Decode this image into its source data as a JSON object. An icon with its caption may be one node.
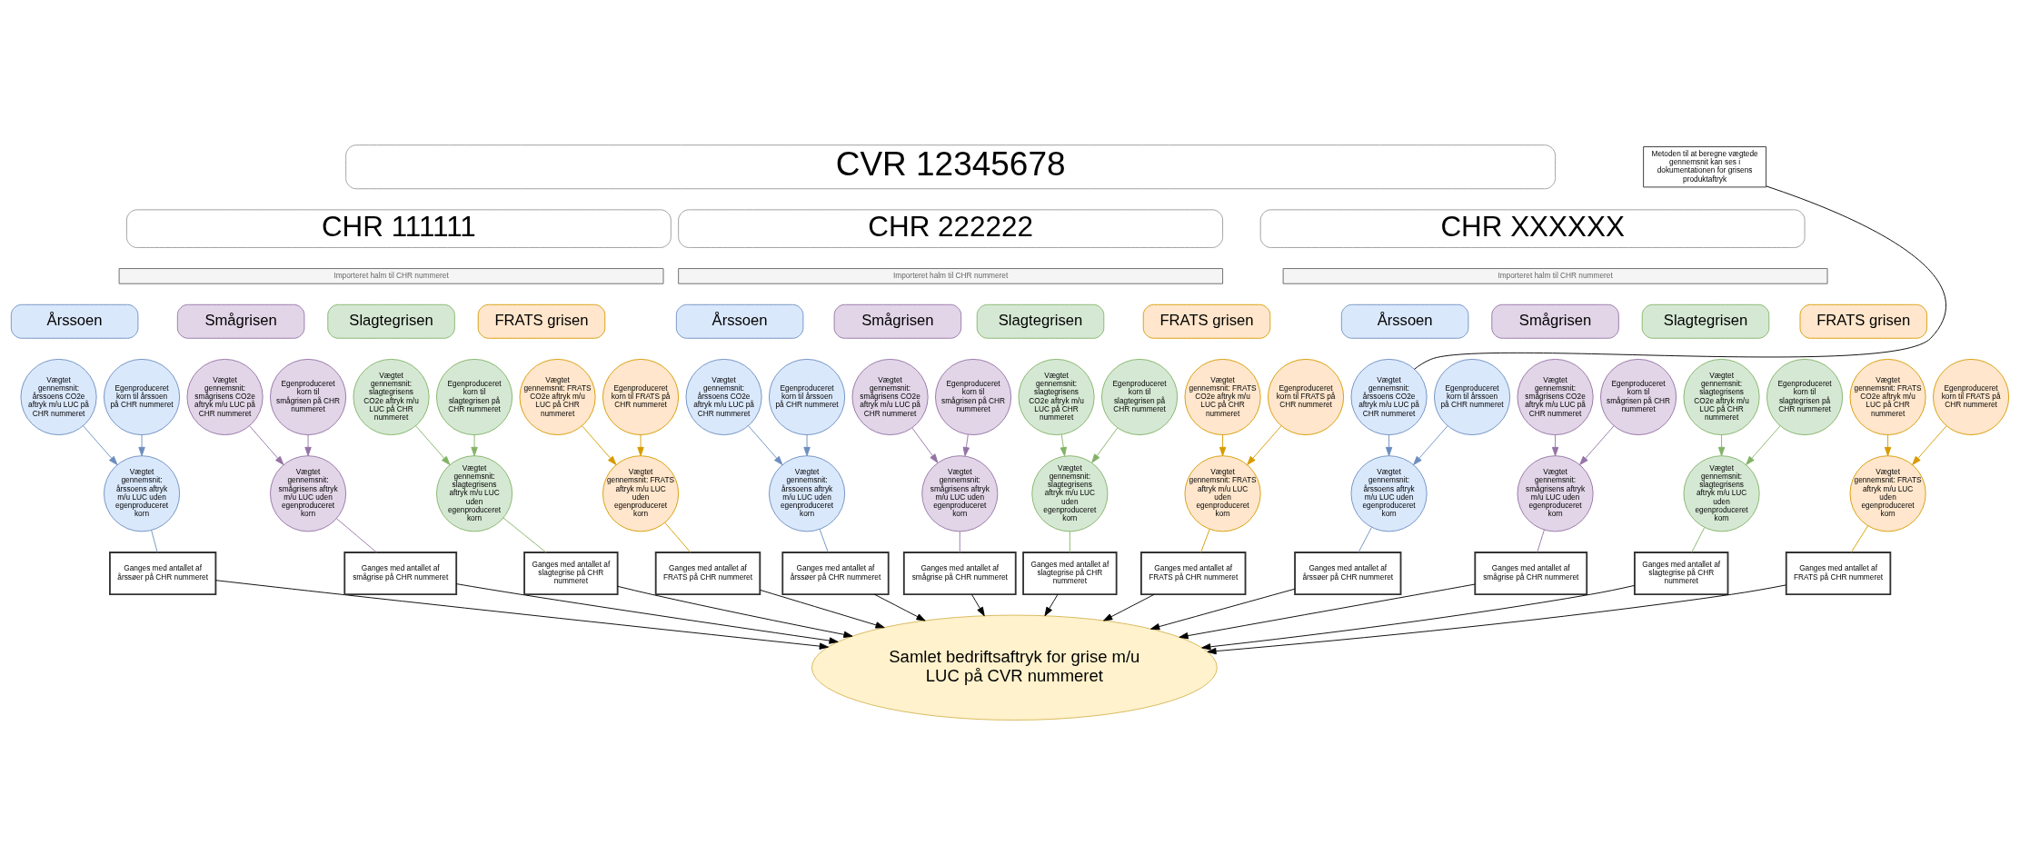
{
  "diagram": {
    "nodes": [
      {
        "text": [
          "CVR 12345678"
        ]
      },
      {
        "text": [
          "CHR 111111"
        ]
      },
      {
        "text": [
          "Importeret halm til CHR nummeret"
        ]
      },
      {
        "text": [
          "Årssoen"
        ]
      },
      {
        "text": [
          "Vægtet gennemsnit: årssoens CO2e aftryk m/u LUC på CHR nummeret"
        ]
      },
      {
        "text": [
          "Egenproduceret korn til årssoen på CHR nummeret"
        ]
      },
      {
        "text": [
          "Vægtet gennemsnit: årssoens aftryk m/u LUC uden egenproduceret korn"
        ]
      },
      {
        "text": [
          "Ganges med antallet af årssøer på CHR nummeret"
        ]
      },
      {
        "text": [
          "Smågrisen"
        ]
      },
      {
        "text": [
          "Vægtet gennemsnit: smågrisens CO2e aftryk m/u LUC på CHR nummeret"
        ]
      },
      {
        "text": [
          "Egenproduceret korn til smågrisen på CHR nummeret"
        ]
      },
      {
        "text": [
          "Vægtet gennemsnit: smågrisens aftryk m/u LUC uden egenproduceret korn"
        ]
      },
      {
        "text": [
          "Ganges med antallet af smågrise på CHR nummeret"
        ]
      },
      {
        "text": [
          "Slagtegrisen"
        ]
      },
      {
        "text": [
          "Vægtet gennemsnit: slagtegrisens CO2e aftryk m/u LUC på CHR nummeret"
        ]
      },
      {
        "text": [
          "Egenproduceret korn til slagtegrisen på CHR nummeret"
        ]
      },
      {
        "text": [
          "Vægtet gennemsnit: slagtegrisens aftryk m/u LUC uden egenproduceret korn"
        ]
      },
      {
        "text": [
          "Ganges med antallet af slagtegrise på CHR nummeret"
        ]
      },
      {
        "text": [
          "FRATS grisen"
        ]
      },
      {
        "text": [
          "Vægtet gennemsnit: FRATS CO2e aftryk m/u LUC på CHR nummeret"
        ]
      },
      {
        "text": [
          "Egenproduceret korn til FRATS på CHR nummeret"
        ]
      },
      {
        "text": [
          "Vægtet gennemsnit: FRATS aftryk m/u LUC uden egenproduceret korn"
        ]
      },
      {
        "text": [
          "Ganges med antallet af FRATS på CHR nummeret"
        ]
      },
      {
        "text": [
          "CHR 222222"
        ]
      },
      {
        "text": [
          "Importeret halm til CHR nummeret"
        ]
      },
      {
        "text": [
          "Årssoen"
        ]
      },
      {
        "text": [
          "Vægtet gennemsnit: årssoens CO2e aftryk m/u LUC på CHR nummeret"
        ]
      },
      {
        "text": [
          "Egenproduceret korn til årssoen på CHR nummeret"
        ]
      },
      {
        "text": [
          "Vægtet gennemsnit: årssoens aftryk m/u LUC uden egenproduceret korn"
        ]
      },
      {
        "text": [
          "Ganges med antallet af årssøer på CHR nummeret"
        ]
      },
      {
        "text": [
          "Smågrisen"
        ]
      },
      {
        "text": [
          "Vægtet gennemsnit: smågrisens CO2e aftryk m/u LUC på CHR nummeret"
        ]
      },
      {
        "text": [
          "Egenproduceret korn til smågrisen på CHR nummeret"
        ]
      },
      {
        "text": [
          "Vægtet gennemsnit: smågrisens aftryk m/u LUC uden egenproduceret korn"
        ]
      },
      {
        "text": [
          "Ganges med antallet af smågrise på CHR nummeret"
        ]
      },
      {
        "text": [
          "Slagtegrisen"
        ]
      },
      {
        "text": [
          "Vægtet gennemsnit: slagtegrisens CO2e aftryk m/u LUC på CHR nummeret"
        ]
      },
      {
        "text": [
          "Egenproduceret korn til slagtegrisen på CHR nummeret"
        ]
      },
      {
        "text": [
          "Vægtet gennemsnit: slagtegrisens aftryk m/u LUC uden egenproduceret korn"
        ]
      },
      {
        "text": [
          "Ganges med antallet af slagtegrise på CHR nummeret"
        ]
      },
      {
        "text": [
          "FRATS grisen"
        ]
      },
      {
        "text": [
          "Vægtet gennemsnit: FRATS CO2e aftryk m/u LUC på CHR nummeret"
        ]
      },
      {
        "text": [
          "Egenproduceret korn til FRATS på CHR nummeret"
        ]
      },
      {
        "text": [
          "Vægtet gennemsnit: FRATS aftryk m/u LUC uden egenproduceret korn"
        ]
      },
      {
        "text": [
          "Ganges med antallet af FRATS på CHR nummeret"
        ]
      },
      {
        "text": [
          "CHR XXXXXX"
        ]
      },
      {
        "text": [
          "Importeret halm til CHR nummeret"
        ]
      },
      {
        "text": [
          "Metoden til at beregne vægtede gennemsnit kan ses i dokumentationen for grisens produktaftryk"
        ]
      },
      {
        "text": [
          "Årssoen"
        ]
      },
      {
        "text": [
          "Vægtet gennemsnit: årssoens CO2e aftryk m/u LUC på CHR nummeret"
        ]
      },
      {
        "text": [
          "Egenproduceret korn til årssoen på CHR nummeret"
        ]
      },
      {
        "text": [
          "Vægtet gennemsnit: årssoens aftryk m/u LUC uden egenproduceret korn"
        ]
      },
      {
        "text": [
          "Ganges med antallet af årssøer på CHR nummeret"
        ]
      },
      {
        "text": [
          "Smågrisen"
        ]
      },
      {
        "text": [
          "Vægtet gennemsnit: smågrisens CO2e aftryk m/u LUC på CHR nummeret"
        ]
      },
      {
        "text": [
          "Egenproduceret korn til smågrisen på CHR nummeret"
        ]
      },
      {
        "text": [
          "Vægtet gennemsnit: smågrisens aftryk m/u LUC uden egenproduceret korn"
        ]
      },
      {
        "text": [
          "Ganges med antallet af smågrise på CHR nummeret"
        ]
      },
      {
        "text": [
          "Slagtegrisen"
        ]
      },
      {
        "text": [
          "Vægtet gennemsnit: slagtegrisens CO2e aftryk m/u LUC på CHR nummeret"
        ]
      },
      {
        "text": [
          "Egenproduceret korn til slagtegrisen på CHR nummeret"
        ]
      },
      {
        "text": [
          "Vægtet gennemsnit: slagtegrisens aftryk m/u LUC uden egenproduceret korn"
        ]
      },
      {
        "text": [
          "Ganges med antallet af slagtegrise på CHR nummeret"
        ]
      },
      {
        "text": [
          "FRATS grisen"
        ]
      },
      {
        "text": [
          "Vægtet gennemsnit: FRATS CO2e aftryk m/u LUC på CHR nummeret"
        ]
      },
      {
        "text": [
          "Egenproduceret korn til FRATS på CHR nummeret"
        ]
      },
      {
        "text": [
          "Vægtet gennemsnit: FRATS aftryk m/u LUC uden egenproduceret korn"
        ]
      },
      {
        "text": [
          "Ganges med antallet af FRATS på CHR nummeret"
        ]
      },
      {
        "text": [
          "Samlet bedriftsaftryk for grise m/u LUC på CVR nummeret"
        ]
      }
    ],
    "edges": [
      {
        "from": 4,
        "to": 6,
        "arrow": "to",
        "color": "#6c8ebf"
      },
      {
        "from": 5,
        "to": 6,
        "arrow": "to",
        "color": "#6c8ebf"
      },
      {
        "from": 6,
        "to": 7,
        "arrow": "none",
        "color": "#6c8ebf"
      },
      {
        "from": 7,
        "to": 68,
        "arrow": "to"
      },
      {
        "from": 9,
        "to": 11,
        "arrow": "to",
        "color": "#9673a6"
      },
      {
        "from": 10,
        "to": 11,
        "arrow": "to",
        "color": "#9673a6"
      },
      {
        "from": 11,
        "to": 12,
        "arrow": "none",
        "color": "#9673a6"
      },
      {
        "from": 12,
        "to": 68,
        "arrow": "to"
      },
      {
        "from": 14,
        "to": 16,
        "arrow": "to",
        "color": "#82b366"
      },
      {
        "from": 15,
        "to": 16,
        "arrow": "to",
        "color": "#82b366"
      },
      {
        "from": 16,
        "to": 17,
        "arrow": "none",
        "color": "#82b366"
      },
      {
        "from": 17,
        "to": 68,
        "arrow": "to"
      },
      {
        "from": 19,
        "to": 21,
        "arrow": "to",
        "color": "#d79b00"
      },
      {
        "from": 20,
        "to": 21,
        "arrow": "to",
        "color": "#d79b00"
      },
      {
        "from": 21,
        "to": 22,
        "arrow": "none",
        "color": "#d79b00"
      },
      {
        "from": 22,
        "to": 68,
        "arrow": "to"
      },
      {
        "from": 26,
        "to": 28,
        "arrow": "to",
        "color": "#6c8ebf"
      },
      {
        "from": 27,
        "to": 28,
        "arrow": "to",
        "color": "#6c8ebf"
      },
      {
        "from": 28,
        "to": 29,
        "arrow": "none",
        "color": "#6c8ebf"
      },
      {
        "from": 29,
        "to": 68,
        "arrow": "to"
      },
      {
        "from": 31,
        "to": 33,
        "arrow": "to",
        "color": "#9673a6"
      },
      {
        "from": 32,
        "to": 33,
        "arrow": "to",
        "color": "#9673a6"
      },
      {
        "from": 33,
        "to": 34,
        "arrow": "none",
        "color": "#9673a6"
      },
      {
        "from": 34,
        "to": 68,
        "arrow": "to"
      },
      {
        "from": 36,
        "to": 38,
        "arrow": "to",
        "color": "#82b366"
      },
      {
        "from": 37,
        "to": 38,
        "arrow": "to",
        "color": "#82b366"
      },
      {
        "from": 38,
        "to": 39,
        "arrow": "none",
        "color": "#82b366"
      },
      {
        "from": 39,
        "to": 68,
        "arrow": "to"
      },
      {
        "from": 41,
        "to": 43,
        "arrow": "to",
        "color": "#d79b00"
      },
      {
        "from": 42,
        "to": 43,
        "arrow": "to",
        "color": "#d79b00"
      },
      {
        "from": 43,
        "to": 44,
        "arrow": "none",
        "color": "#d79b00"
      },
      {
        "from": 44,
        "to": 68,
        "arrow": "to"
      },
      {
        "from": 47,
        "to": 49,
        "arrow": "none"
      },
      {
        "from": 49,
        "to": 51,
        "arrow": "to",
        "color": "#6c8ebf"
      },
      {
        "from": 50,
        "to": 51,
        "arrow": "to",
        "color": "#6c8ebf"
      },
      {
        "from": 51,
        "to": 52,
        "arrow": "none",
        "color": "#6c8ebf"
      },
      {
        "from": 52,
        "to": 68,
        "arrow": "to"
      },
      {
        "from": 54,
        "to": 56,
        "arrow": "to",
        "color": "#9673a6"
      },
      {
        "from": 55,
        "to": 56,
        "arrow": "to",
        "color": "#9673a6"
      },
      {
        "from": 56,
        "to": 57,
        "arrow": "none",
        "color": "#9673a6"
      },
      {
        "from": 57,
        "to": 68,
        "arrow": "to"
      },
      {
        "from": 59,
        "to": 61,
        "arrow": "to",
        "color": "#82b366"
      },
      {
        "from": 60,
        "to": 61,
        "arrow": "to",
        "color": "#82b366"
      },
      {
        "from": 61,
        "to": 62,
        "arrow": "none",
        "color": "#82b366"
      },
      {
        "from": 62,
        "to": 68,
        "arrow": "to"
      },
      {
        "from": 64,
        "to": 66,
        "arrow": "to",
        "color": "#d79b00"
      },
      {
        "from": 65,
        "to": 66,
        "arrow": "to",
        "color": "#d79b00"
      },
      {
        "from": 66,
        "to": 67,
        "arrow": "none",
        "color": "#d79b00"
      },
      {
        "from": 67,
        "to": 68,
        "arrow": "to"
      }
    ]
  }
}
